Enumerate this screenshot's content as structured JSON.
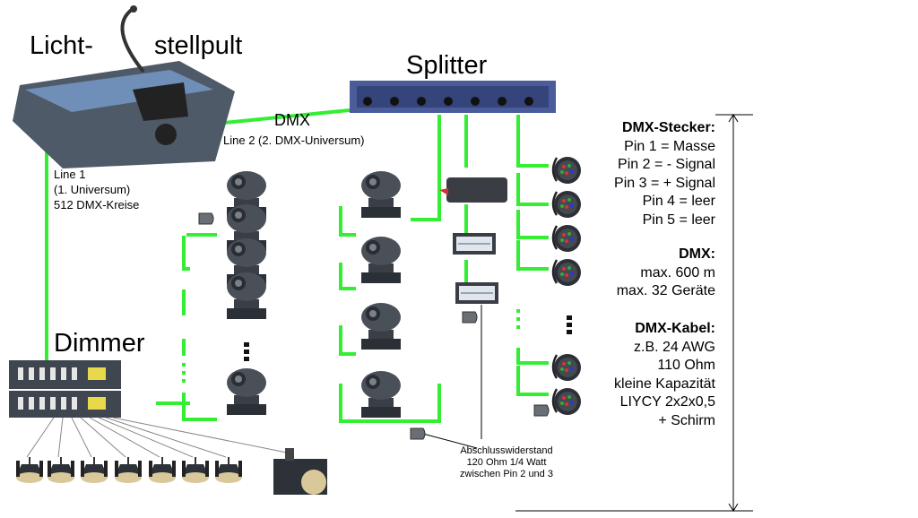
{
  "title_left": "Licht-",
  "title_right": "stellpult",
  "splitter_label": "Splitter",
  "dimmer_label": "Dimmer",
  "dmx_label": "DMX",
  "line2_label": "Line 2 (2. DMX-Universum)",
  "line1": [
    "Line 1",
    "(1. Universum)",
    "512 DMX-Kreise"
  ],
  "terminator_note": [
    "Abschlusswiderstand",
    "120 Ohm 1/4 Watt",
    "zwischen Pin 2 und 3"
  ],
  "info": {
    "connector_title": "DMX-Stecker:",
    "connector_pins": [
      "Pin 1 = Masse",
      "Pin 2 = - Signal",
      "Pin 3 = + Signal",
      "Pin 4 = leer",
      "Pin 5 = leer"
    ],
    "dmx_title": "DMX:",
    "dmx_lines": [
      "max. 600 m",
      "max. 32 Geräte"
    ],
    "cable_title": "DMX-Kabel:",
    "cable_lines": [
      "z.B. 24 AWG",
      "110 Ohm",
      "kleine Kapazität",
      "LIYCY 2x2x0,5",
      "+ Schirm"
    ]
  },
  "colors": {
    "cable": "#33ee33",
    "device": "#3f4650",
    "panel": "#6f8fb8",
    "splitter": "#4a5d9a"
  }
}
